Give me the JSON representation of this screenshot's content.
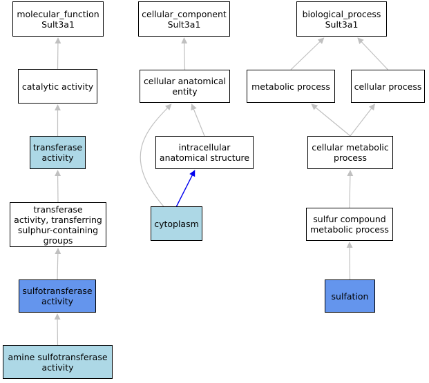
{
  "colors": {
    "plain": "#ffffff",
    "light": "#add8e6",
    "strong": "#6495ed",
    "edge": "#c0c0c0",
    "highlight_edge": "#0000ee"
  },
  "nodes": {
    "mf_root": "molecular_function\nSult3a1",
    "catalytic": "catalytic activity",
    "transferase": "transferase\nactivity",
    "transferase_sulphur": "transferase\nactivity, transferring\nsulphur-containing\ngroups",
    "sulfotransferase": "sulfotransferase\nactivity",
    "amine_sulfo": "amine sulfotransferase\nactivity",
    "cc_root": "cellular_component\nSult3a1",
    "cell_anat": "cellular anatomical\nentity",
    "intracellular": "intracellular\nanatomical structure",
    "cytoplasm": "cytoplasm",
    "bp_root": "biological_process\nSult3a1",
    "metabolic": "metabolic process",
    "cellular_proc": "cellular process",
    "cell_metabolic": "cellular metabolic\nprocess",
    "sulfur_compound": "sulfur compound\nmetabolic process",
    "sulfation": "sulfation"
  },
  "edges": [
    {
      "from": "catalytic",
      "to": "mf_root",
      "highlight": false
    },
    {
      "from": "transferase",
      "to": "catalytic",
      "highlight": false
    },
    {
      "from": "transferase_sulphur",
      "to": "transferase",
      "highlight": false
    },
    {
      "from": "sulfotransferase",
      "to": "transferase_sulphur",
      "highlight": false
    },
    {
      "from": "amine_sulfo",
      "to": "sulfotransferase",
      "highlight": false
    },
    {
      "from": "cell_anat",
      "to": "cc_root",
      "highlight": false
    },
    {
      "from": "intracellular",
      "to": "cell_anat",
      "highlight": false
    },
    {
      "from": "cytoplasm",
      "to": "intracellular",
      "highlight": true
    },
    {
      "from": "cytoplasm",
      "to": "cell_anat",
      "highlight": false
    },
    {
      "from": "metabolic",
      "to": "bp_root",
      "highlight": false
    },
    {
      "from": "cellular_proc",
      "to": "bp_root",
      "highlight": false
    },
    {
      "from": "cell_metabolic",
      "to": "metabolic",
      "highlight": false
    },
    {
      "from": "cell_metabolic",
      "to": "cellular_proc",
      "highlight": false
    },
    {
      "from": "sulfur_compound",
      "to": "cell_metabolic",
      "highlight": false
    },
    {
      "from": "sulfation",
      "to": "sulfur_compound",
      "highlight": false
    }
  ]
}
